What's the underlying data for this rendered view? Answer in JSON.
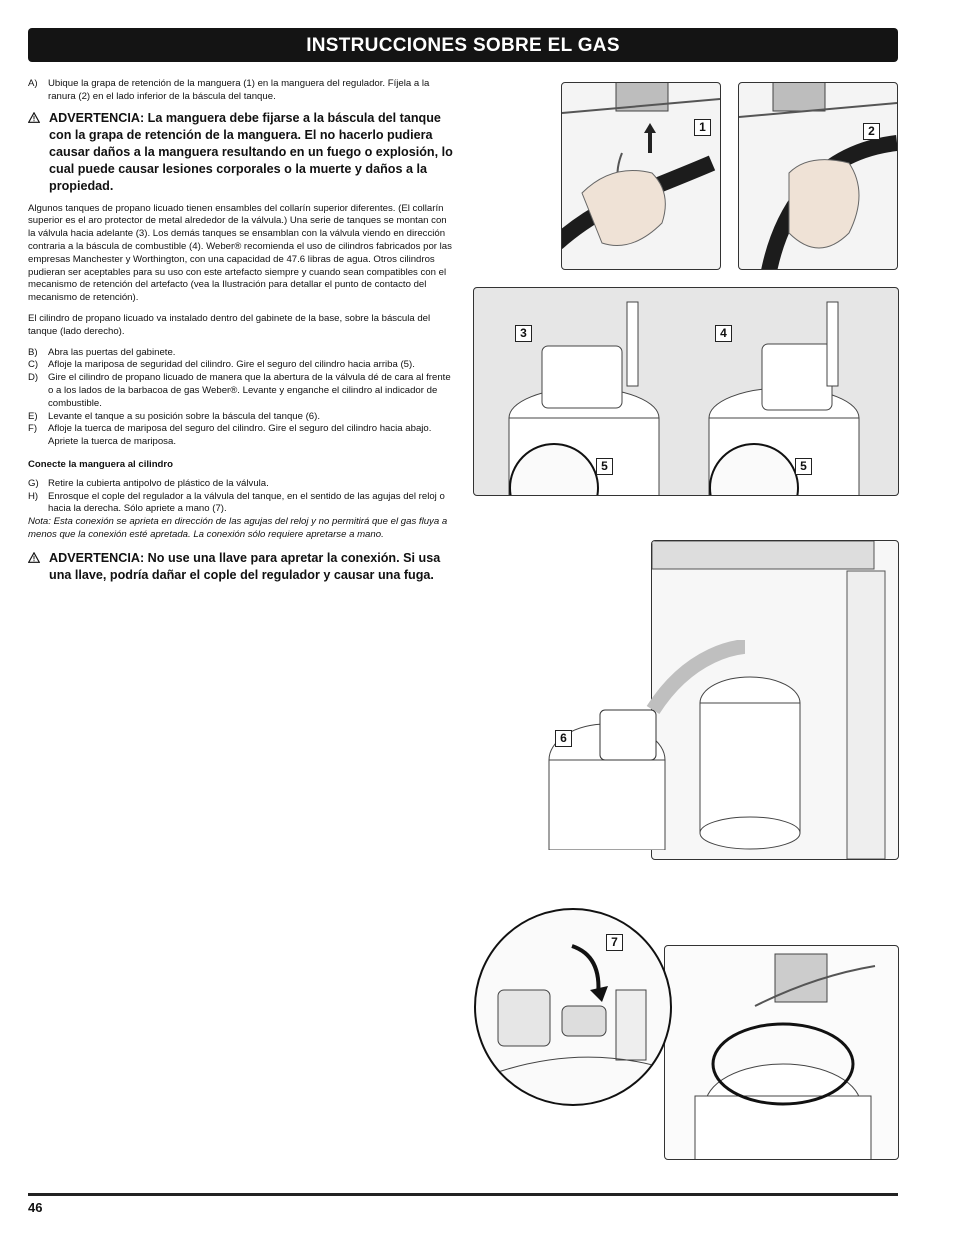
{
  "header": {
    "title": "INSTRUCCIONES SOBRE EL GAS"
  },
  "steps_a": [
    {
      "letter": "A)",
      "text": "Ubique la grapa de retención de la manguera (1) en la manguera del regulador. Fíjela a la ranura (2) en el lado inferior de la báscula del tanque."
    }
  ],
  "warning_1": "ADVERTENCIA: La manguera debe fijarse a la báscula del tanque con la grapa de retención de la manguera. El no hacerlo pudiera causar daños a la manguera resultando en un fuego o explosión, lo cual puede causar lesiones corporales o la muerte y daños a la propiedad.",
  "paragraph_1": "Algunos tanques de propano licuado tienen ensambles del collarín superior diferentes. (El collarín superior es el aro protector de metal alrededor de la válvula.) Una serie de tanques se montan con la válvula hacia adelante (3). Los demás tanques se ensamblan con la válvula viendo en dirección contraria a la báscula de combustible (4). Weber® recomienda el uso de cilindros fabricados por las empresas Manchester y Worthington, con una capacidad de 47.6 libras de agua. Otros cilindros pudieran ser aceptables para su uso con este artefacto siempre y cuando sean compatibles con el mecanismo de retención del artefacto (vea la Ilustración para detallar el punto de contacto del mecanismo de retención).",
  "paragraph_2": "El cilindro de propano licuado va instalado dentro del gabinete de la base, sobre la báscula del tanque (lado derecho).",
  "steps_b": [
    {
      "letter": "B)",
      "text": "Abra las puertas del gabinete."
    },
    {
      "letter": "C)",
      "text": "Afloje la mariposa de seguridad del cilindro. Gire el seguro del cilindro hacia arriba (5)."
    },
    {
      "letter": "D)",
      "text": "Gire el cilindro de propano licuado de manera que la abertura de la válvula dé de cara al frente o a los lados de la barbacoa de gas Weber®. Levante y enganche el cilindro al indicador de combustible."
    },
    {
      "letter": "E)",
      "text": "Levante el tanque a su posición sobre la báscula del tanque (6)."
    },
    {
      "letter": "F)",
      "text": "Afloje la tuerca de mariposa del seguro del cilindro. Gire el seguro del cilindro hacia abajo. Apriete la tuerca de mariposa."
    }
  ],
  "subheading": "Conecte la manguera al cilindro",
  "steps_g": [
    {
      "letter": "G)",
      "text": "Retire la cubierta antipolvo de plástico de la válvula."
    },
    {
      "letter": "H)",
      "text": "Enrosque el cople del regulador a la válvula del tanque, en el sentido de las agujas del reloj o hacia la derecha. Sólo apriete a mano (7)."
    }
  ],
  "note": "Nota: Esta conexión se aprieta en dirección de las agujas del reloj y no permitirá que el gas fluya a menos que la conexión esté apretada. La conexión sólo requiere apretarse a mano.",
  "warning_2": "ADVERTENCIA: No use una llave para apretar la conexión. Si usa una llave, podría dañar el cople del regulador y causar una fuga.",
  "warning_icon": "warning-triangle-icon",
  "callouts": {
    "c1": "1",
    "c2": "2",
    "c3": "3",
    "c4": "4",
    "c5a": "5",
    "c5b": "5",
    "c6": "6",
    "c7": "7"
  },
  "footer": {
    "page_number": "46"
  }
}
